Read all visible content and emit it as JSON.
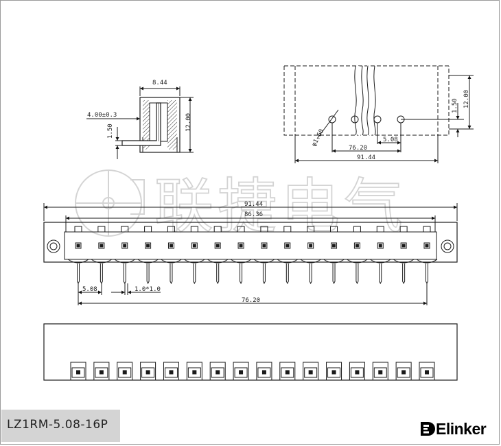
{
  "side_view": {
    "width_dim": "8.44",
    "height_dim": "12.00",
    "offset_dim": "4.00±0.3",
    "pin_dim": "1.50"
  },
  "top_view": {
    "height_dim": "12.00",
    "pitch_row_dim": "1.50",
    "hole_dim": "φ1.60",
    "span_dim": "76.20",
    "pitch_dim": "5.08",
    "overall_dim": "91.44"
  },
  "front_view": {
    "overall_dim": "91.44",
    "inner_dim": "86.36",
    "pitch_dim": "5.08",
    "pin_size_dim": "1.0*1.0",
    "span_dim": "76.20",
    "pin_count": 16
  },
  "watermark": {
    "text": "联捷电气"
  },
  "model": {
    "label": "LZ1RM-5.08-16P"
  },
  "brand": {
    "name": "Elinker"
  },
  "colors": {
    "line": "#1a1a1a",
    "watermark": "#cfcfcf",
    "model_box": "#d4d4d4"
  }
}
